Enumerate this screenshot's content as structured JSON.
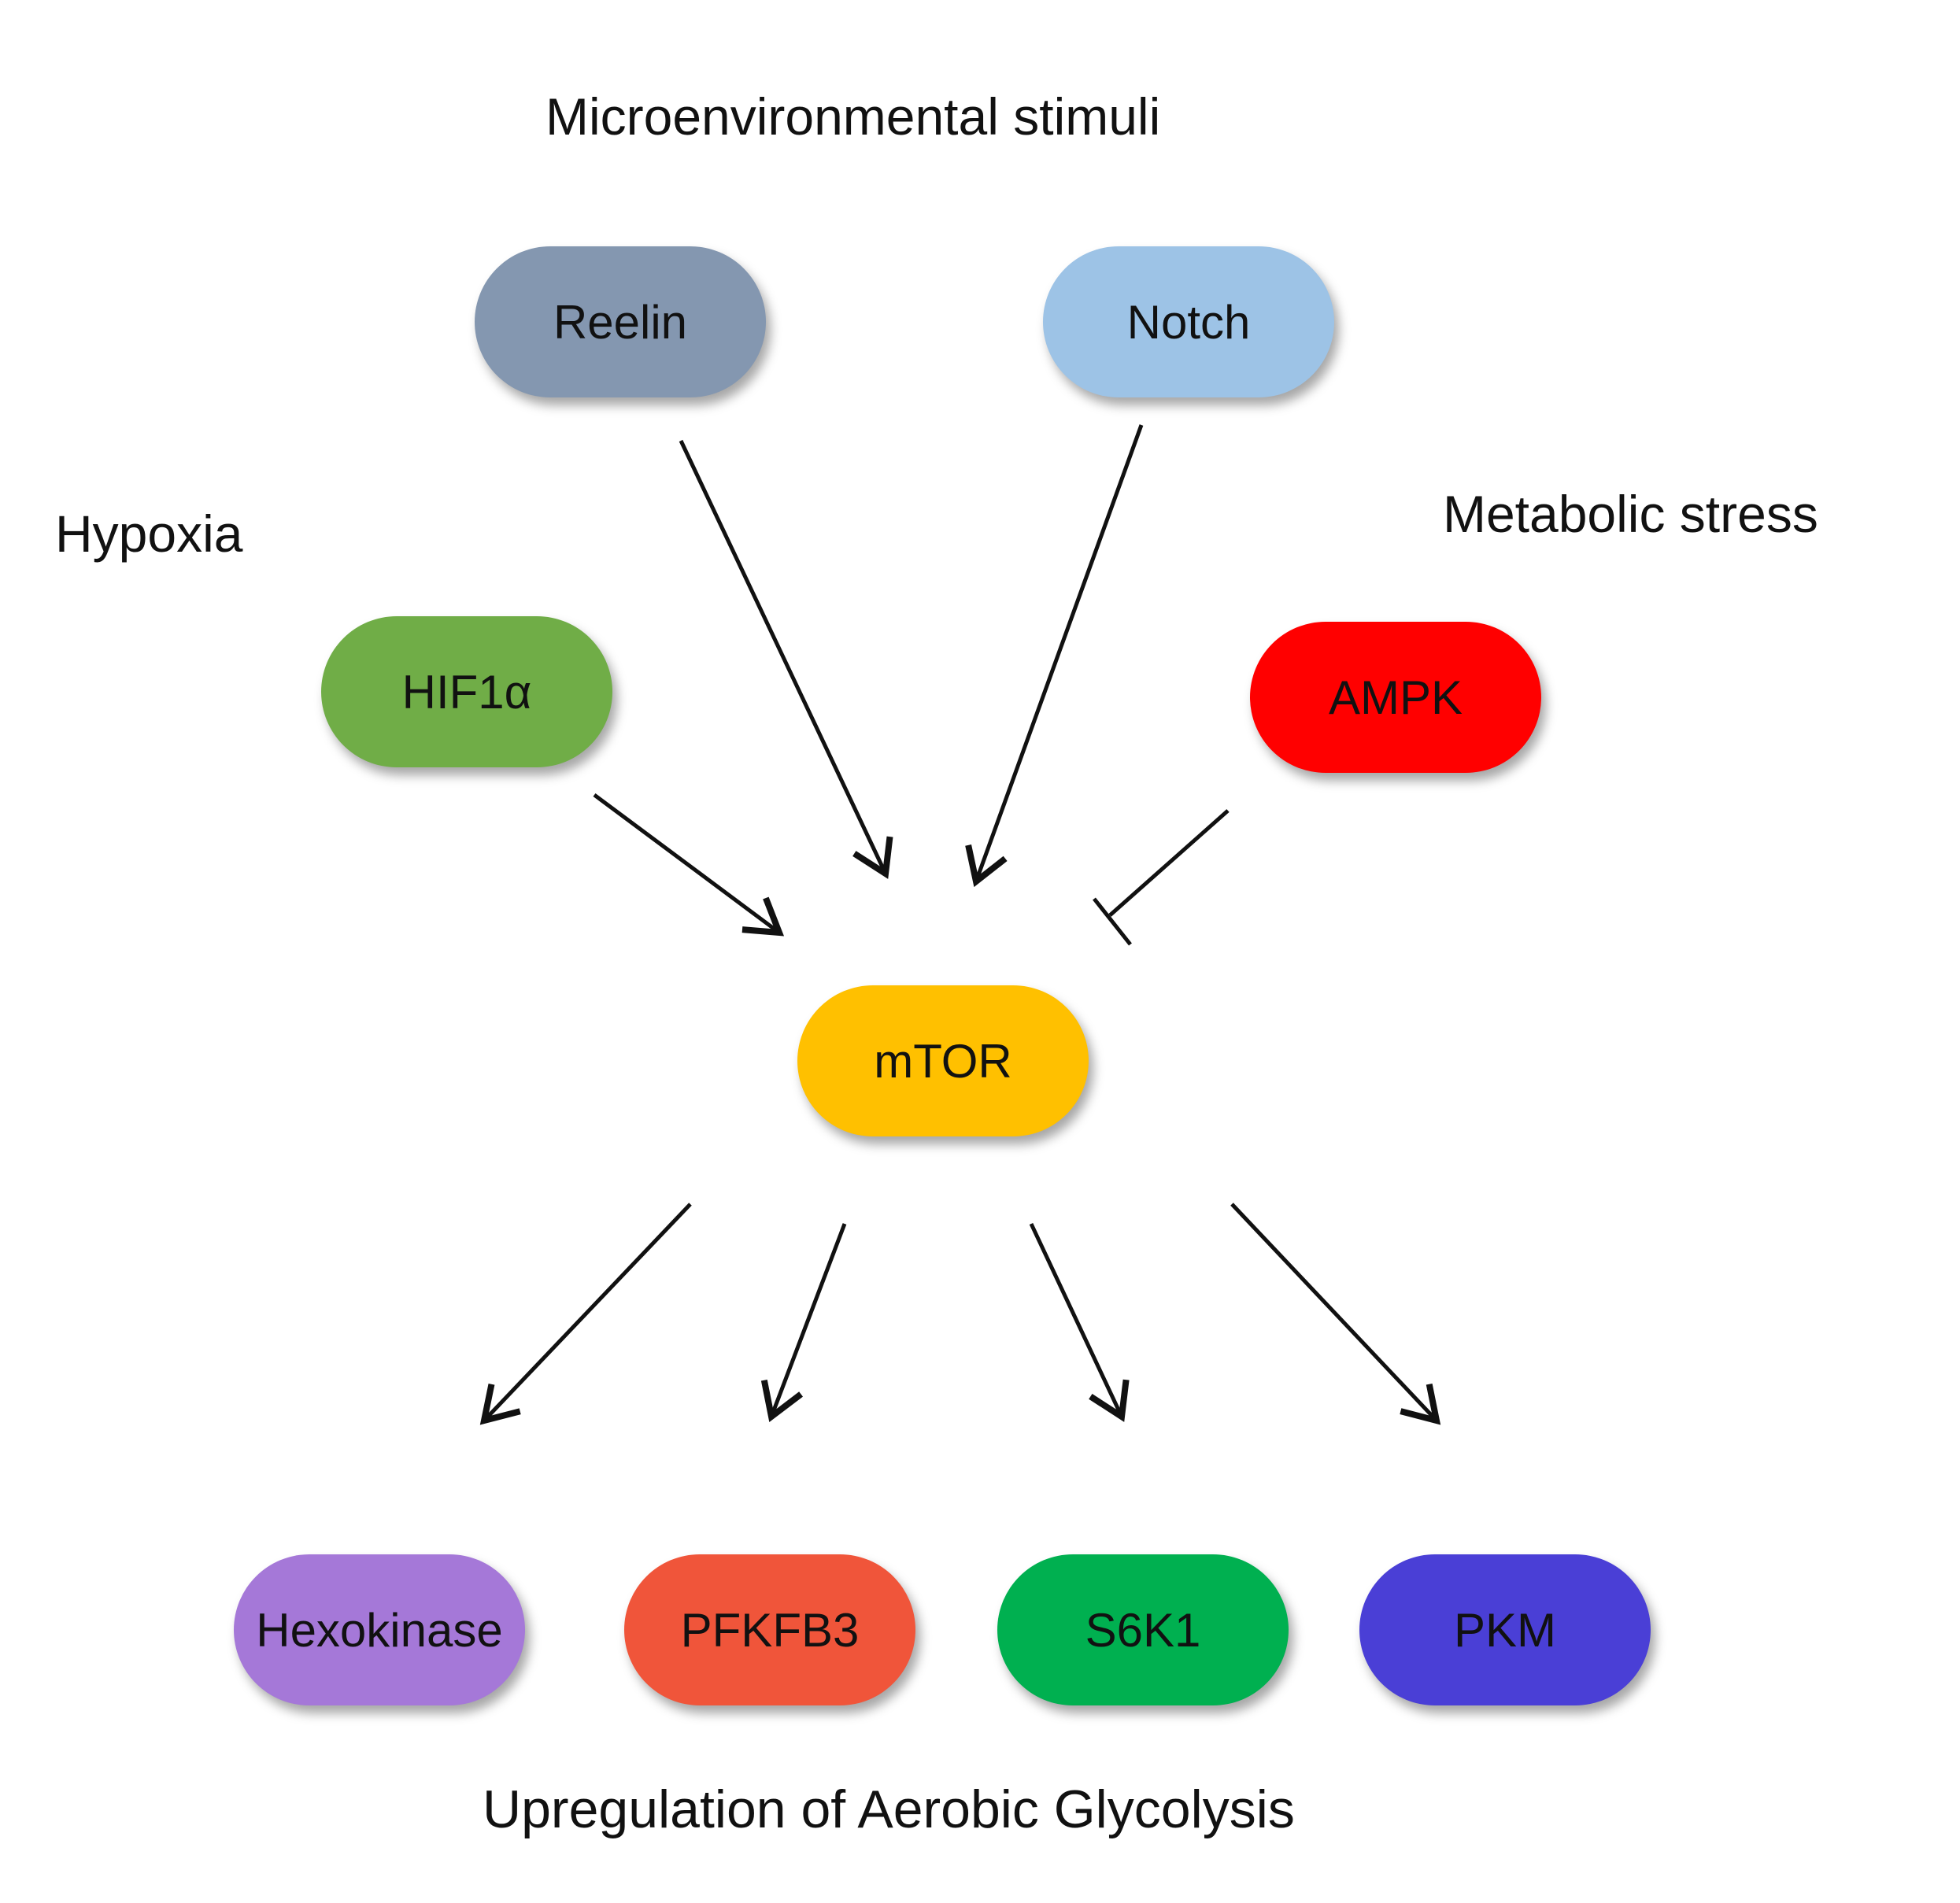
{
  "labels": {
    "top": "Microenvironmental stimuli",
    "left": "Hypoxia",
    "right": "Metabolic stress",
    "bottom": "Upregulation of Aerobic Glycolysis"
  },
  "nodes": {
    "reelin": {
      "label": "Reelin",
      "color": "#8497B0"
    },
    "notch": {
      "label": "Notch",
      "color": "#9DC3E6"
    },
    "hif1a": {
      "label": "HIF1α",
      "color": "#70AD47"
    },
    "ampk": {
      "label": "AMPK",
      "color": "#FF0000"
    },
    "mtor": {
      "label": "mTOR",
      "color": "#FFC000"
    },
    "hexokinase": {
      "label": "Hexokinase",
      "color": "#A578D8"
    },
    "pfkfb3": {
      "label": "PFKFB3",
      "color": "#F0553A"
    },
    "s6k1": {
      "label": "S6K1",
      "color": "#00B050"
    },
    "pkm": {
      "label": "PKM",
      "color": "#4A3FD6"
    }
  },
  "edges": [
    {
      "from": "Reelin",
      "to": "mTOR",
      "type": "activation"
    },
    {
      "from": "Notch",
      "to": "mTOR",
      "type": "activation"
    },
    {
      "from": "HIF1α",
      "to": "mTOR",
      "type": "activation"
    },
    {
      "from": "AMPK",
      "to": "mTOR",
      "type": "inhibition"
    },
    {
      "from": "mTOR",
      "to": "Hexokinase",
      "type": "activation"
    },
    {
      "from": "mTOR",
      "to": "PFKFB3",
      "type": "activation"
    },
    {
      "from": "mTOR",
      "to": "S6K1",
      "type": "activation"
    },
    {
      "from": "mTOR",
      "to": "PKM",
      "type": "activation"
    }
  ]
}
